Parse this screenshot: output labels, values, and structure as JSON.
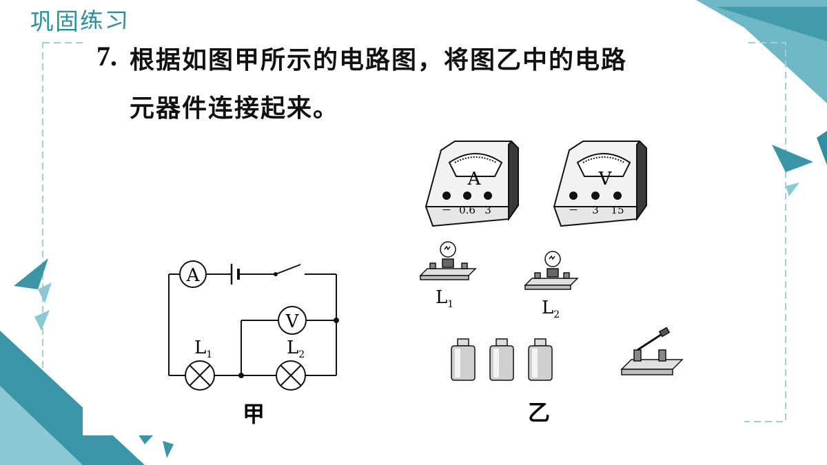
{
  "header": {
    "title": "巩固练习"
  },
  "question": {
    "number": "7.",
    "line1": "根据如图甲所示的电路图，将图乙中的电路",
    "line2": "元器件连接起来。"
  },
  "figure_jia": {
    "caption": "甲",
    "ammeter_symbol": "A",
    "voltmeter_symbol": "V",
    "lamp1_label": "L",
    "lamp1_sub": "1",
    "lamp2_label": "L",
    "lamp2_sub": "2"
  },
  "figure_yi": {
    "caption": "乙",
    "ammeter": {
      "letter": "A",
      "terminals": [
        "－",
        "0.6",
        "3"
      ]
    },
    "voltmeter": {
      "letter": "V",
      "terminals": [
        "－",
        "3",
        "15"
      ]
    },
    "lamp1_label": "L",
    "lamp1_sub": "1",
    "lamp2_label": "L",
    "lamp2_sub": "2"
  },
  "colors": {
    "accent": "#2f8fa0",
    "accent_light": "#8cc8d3",
    "text": "#111111"
  }
}
